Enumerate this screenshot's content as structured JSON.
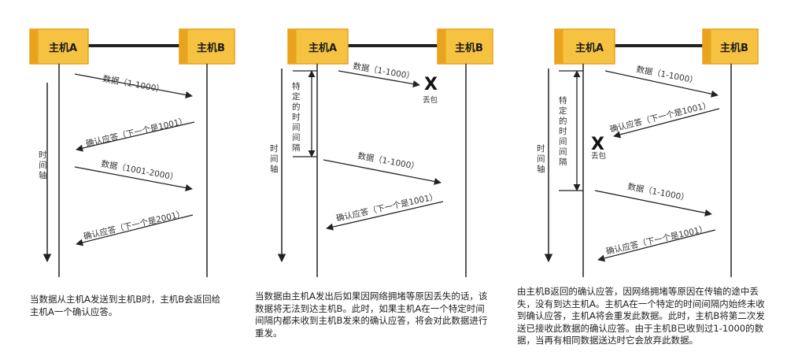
{
  "colors": {
    "host_fill": "#f5c242",
    "host_edge": "#e8a21a",
    "line": "#222222"
  },
  "panels": [
    {
      "host_a": "主机A",
      "host_b": "主机B",
      "timeline_label": "时间轴",
      "messages": [
        {
          "text": "数据（1-1000）"
        },
        {
          "text": "确认应答（下一个是1001）"
        },
        {
          "text": "数据（1001-2000）"
        },
        {
          "text": "确认应答（下一个是2001）"
        }
      ],
      "caption": "当数据从主机A发送到主机B时，主机B会返回给主机A一个确认应答。"
    },
    {
      "host_a": "主机A",
      "host_b": "主机B",
      "timeline_label": "时间轴",
      "interval_label": "特定的时间间隔",
      "loss_mark": "X",
      "loss_label": "丢包",
      "messages": [
        {
          "text": "数据（1-1000）"
        },
        {
          "text": "数据（1-1000）"
        },
        {
          "text": "确认应答（下一个是1001）"
        }
      ],
      "caption": "当数据由主机A发出后如果因网络拥堵等原因丢失的话，该数据将无法到达主机B。此时，如果主机A在一个特定时间间隔内都未收到主机B发来的确认应答，将会对此数据进行重发。"
    },
    {
      "host_a": "主机A",
      "host_b": "主机B",
      "timeline_label": "时间轴",
      "interval_label": "特定的时间间隔",
      "loss_mark": "X",
      "loss_label": "丢包",
      "messages": [
        {
          "text": "数据（1-1000）"
        },
        {
          "text": "确认应答（下一个是1001）"
        },
        {
          "text": "数据（1-1000）"
        },
        {
          "text": "确认应答（下一个是1001）"
        }
      ],
      "caption": "由主机B返回的确认应答，因网络拥堵等原因在传输的途中丢失，没有到达主机A。主机A在一个特定的时间间隔内始终未收到确认应答，主机A将会重发此数据。此时，主机B将第二次发送已接收此数据的确认应答。由于主机B已收到过1-1000的数据，当再有相同数据送达时它会放弃此数据。"
    }
  ]
}
